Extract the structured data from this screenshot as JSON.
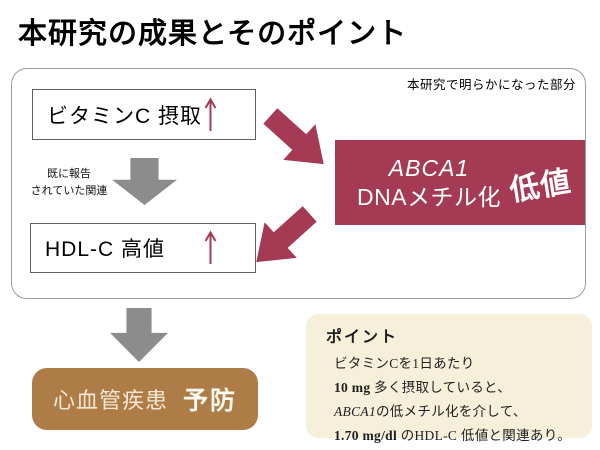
{
  "title": "本研究の成果とそのポイント",
  "colors": {
    "crimson": "#a53a55",
    "gray_arrow": "#8c8c8c",
    "brown": "#ae7c47",
    "cream": "#f6f0db"
  },
  "icons": {
    "up_arrow": "↑",
    "down_arrow": "block-arrow-down",
    "diagonal_arrow": "block-arrow-diagonal"
  },
  "diagram": {
    "clarified_label": "本研究で明らかになった部分",
    "vitamin_c_box": {
      "label": "ビタミンC 摂取"
    },
    "known_association_label": {
      "line1": "既に報告",
      "line2": "されていた関連"
    },
    "hdl_box": {
      "label": "HDL-C 高値"
    },
    "abca1_box": {
      "line1": "ABCA1",
      "line2": "DNAメチル化",
      "value_label": "低値"
    }
  },
  "outcome_box": {
    "label": "心血管疾患",
    "emphasis": "予防"
  },
  "point_box": {
    "heading": "ポイント",
    "lines": [
      [
        {
          "text": "ビタミンCを1日あたり"
        }
      ],
      [
        {
          "text": "10 mg",
          "bold": true
        },
        {
          "text": " 多く摂取していると、"
        }
      ],
      [
        {
          "text": "ABCA1",
          "italic": true
        },
        {
          "text": "の低メチル化を介して、"
        }
      ],
      [
        {
          "text": "1.70 mg/dl",
          "bold": true
        },
        {
          "text": " のHDL-C 低値と関連あり。"
        }
      ]
    ]
  }
}
